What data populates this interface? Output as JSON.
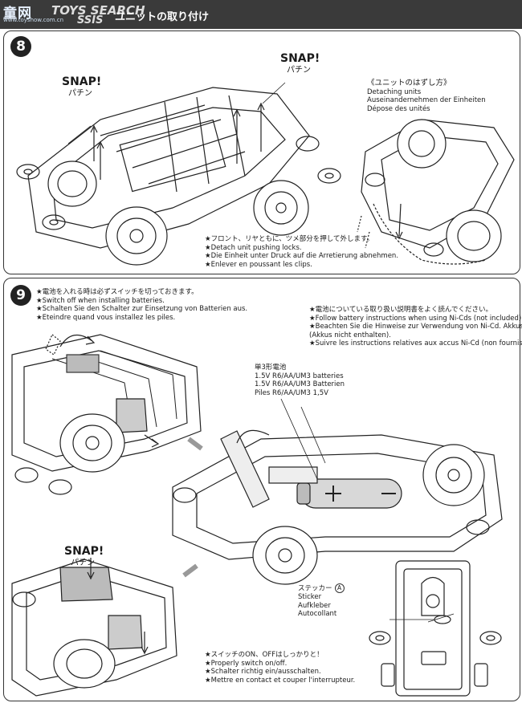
{
  "header": {
    "site_logo": "童网",
    "site_logo_sub": "www.toyshow.com.cn",
    "brand": "TOYS SEARCH",
    "section_prefix": "SSIS",
    "title": "ユニットの取り付け"
  },
  "step8": {
    "number": "8",
    "snap_left": {
      "en": "SNAP!",
      "jp": "パチン"
    },
    "snap_right": {
      "en": "SNAP!",
      "jp": "パチン"
    },
    "detach_heading": "《ユニットのはずし方》",
    "detach_lines": [
      "Detaching units",
      "Auseinandernehmen der Einheiten",
      "Dépose des unités"
    ],
    "push_lines": [
      "★フロント、リヤともに、ツメ部分を押して外します。",
      "★Detach unit pushing locks.",
      "★Die Einheit unter Druck auf die Arretierung abnehmen.",
      "★Enlever en poussant les clips."
    ]
  },
  "step9": {
    "number": "9",
    "switch_off_lines": [
      "★電池を入れる時は必ずスイッチを切っておきます。",
      "★Switch off when installing batteries.",
      "★Schalten Sie den Schalter zur Einsetzung von Batterien aus.",
      "★Eteindre quand vous installez les piles."
    ],
    "battery_instr_lines": [
      "★電池についている取り扱い説明書をよく読んでください。",
      "★Follow battery instructions when using Ni-Cds (not included).",
      "★Beachten Sie die Hinweise zur Verwendung von Ni-Cd. Akkus",
      "(Akkus nicht enthalten).",
      "★Suivre les instructions relatives aux accus Ni-Cd (non fournis)."
    ],
    "battery_label_lines": [
      "単3形電池",
      "1.5V R6/AA/UM3 batteries",
      "1.5V R6/AA/UM3 Batterien",
      "Piles R6/AA/UM3 1,5V"
    ],
    "snap": {
      "en": "SNAP!",
      "jp": "パチン"
    },
    "sticker_jp": "ステッカー",
    "sticker_letter": "A",
    "sticker_lines": [
      "Sticker",
      "Aufkleber",
      "Autocollant"
    ],
    "switch_on_lines": [
      "★スイッチのON、OFFはしっかりと！",
      "★Properly switch on/off.",
      "★Schalter richtig ein/ausschalten.",
      "★Mettre en contact et couper l'interrupteur."
    ]
  }
}
